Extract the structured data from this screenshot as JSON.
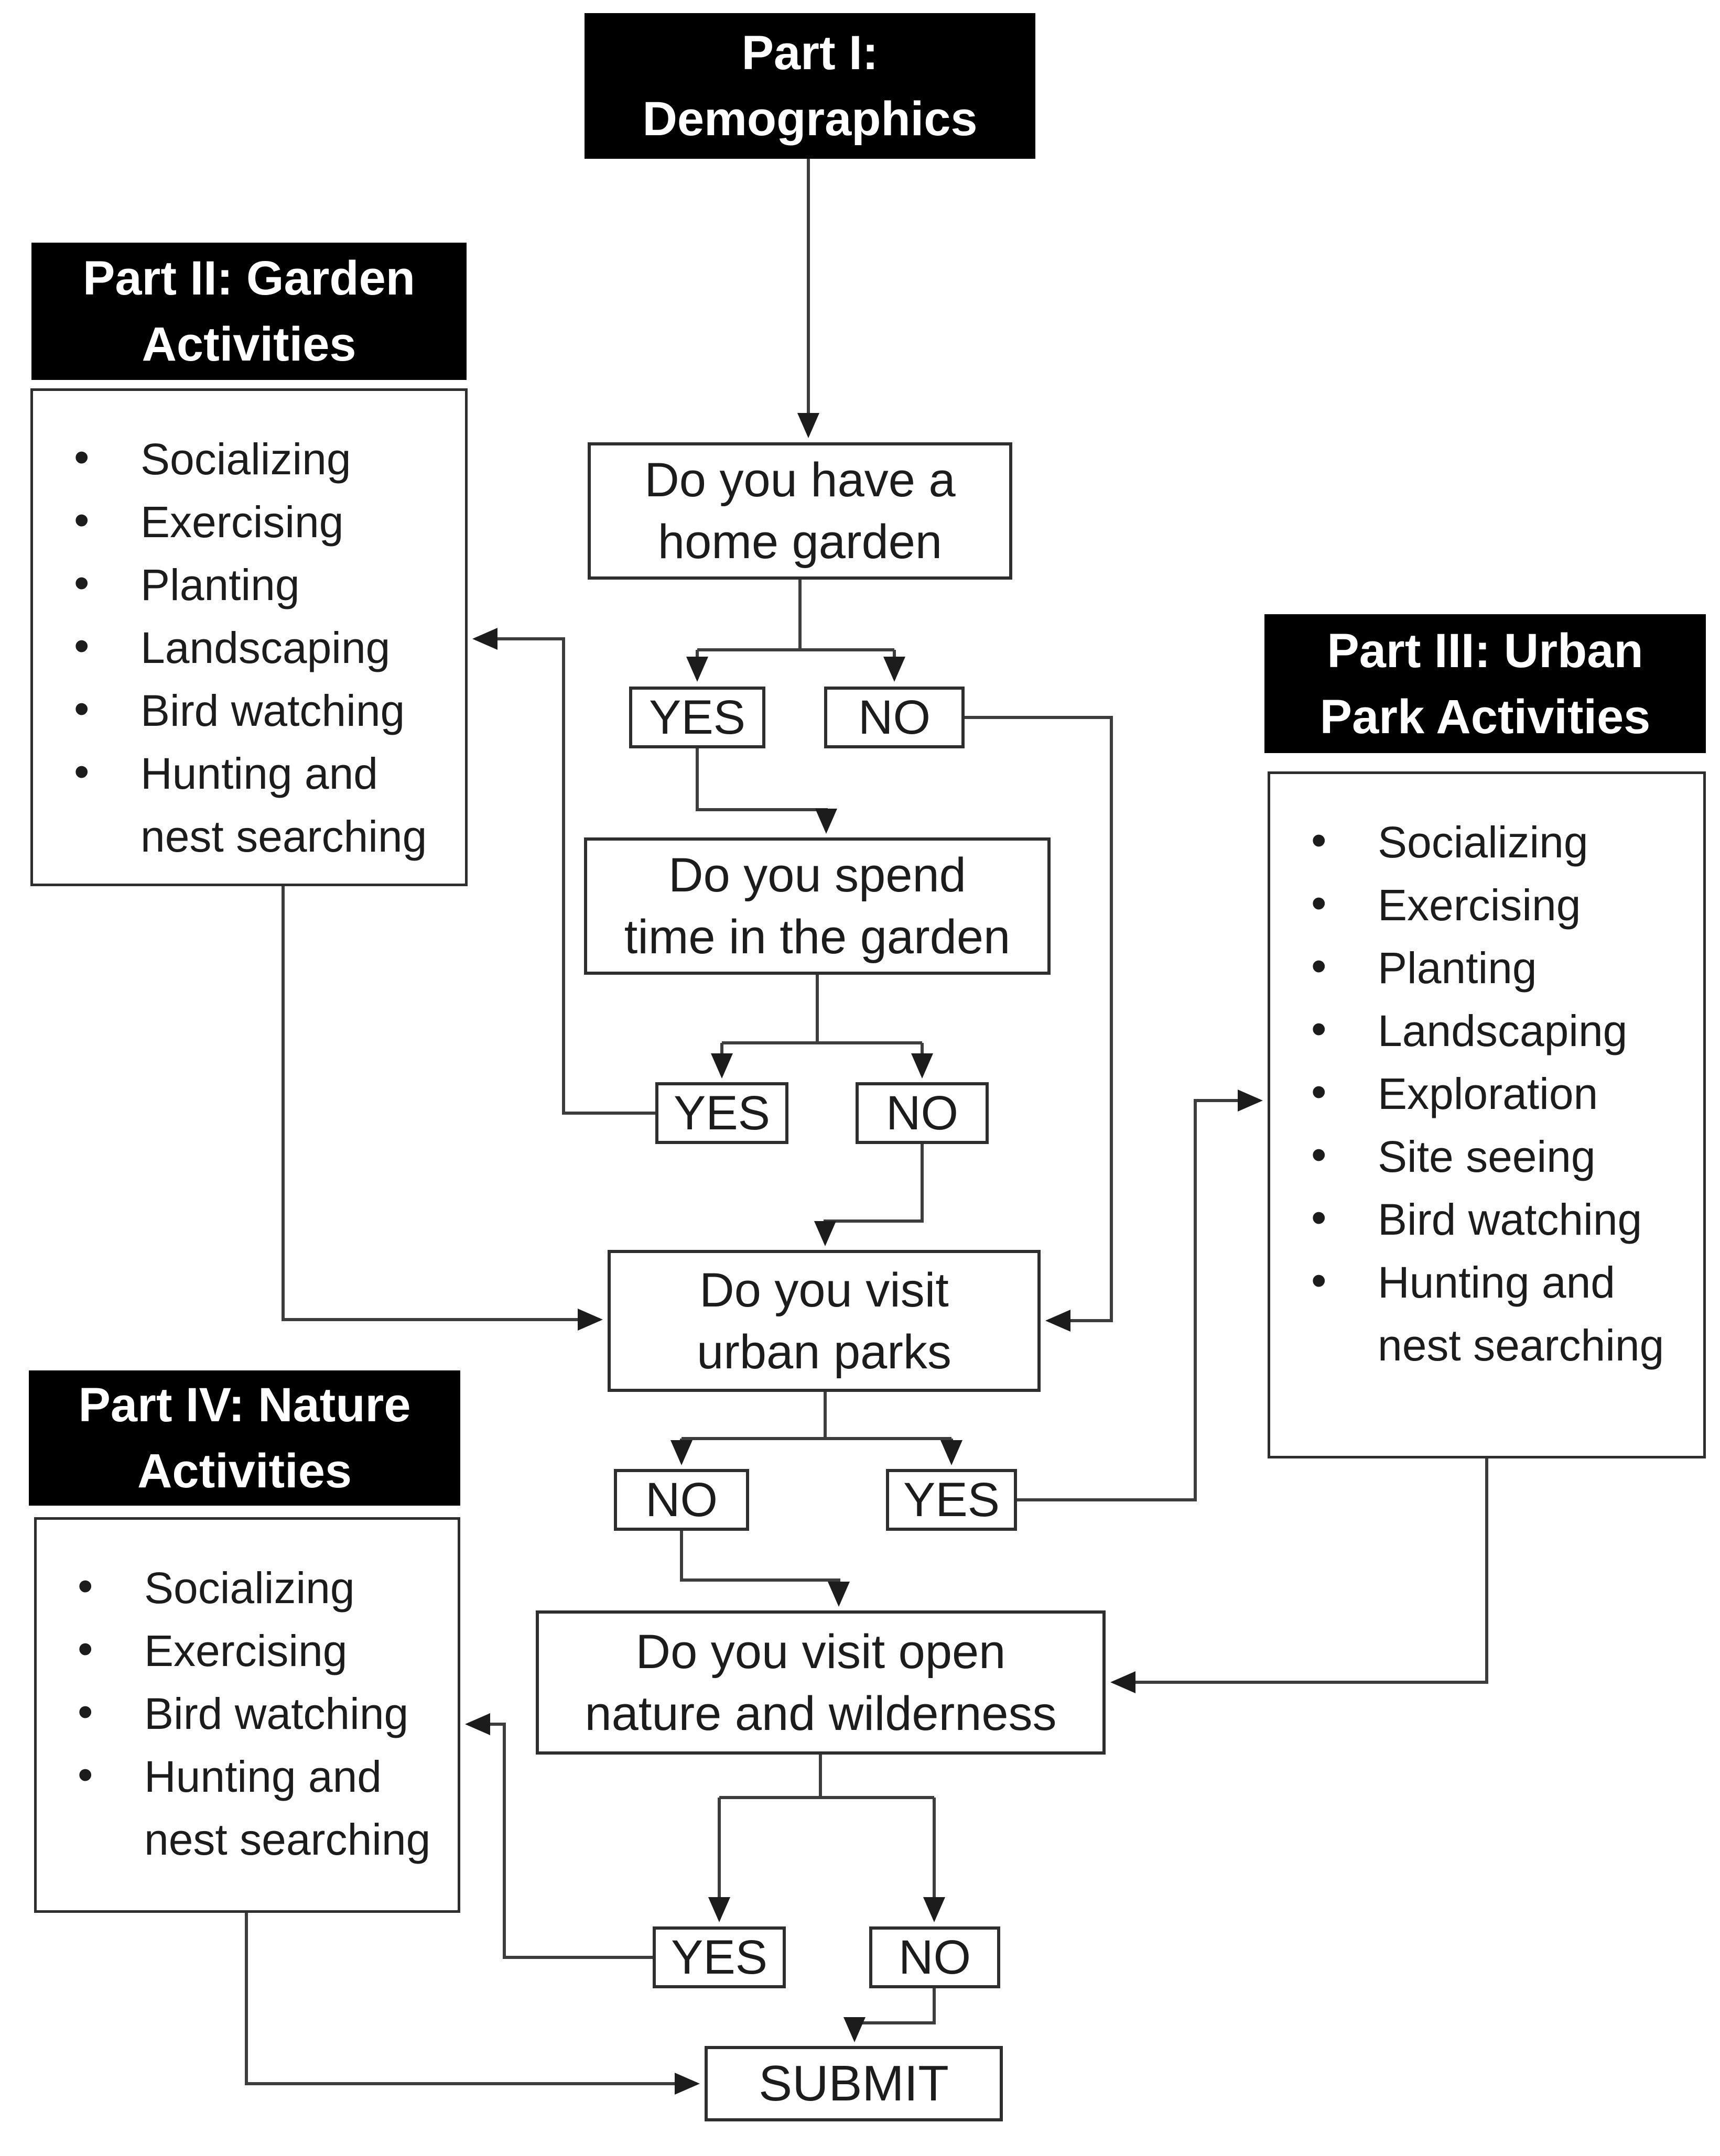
{
  "colors": {
    "background": "#ffffff",
    "header_bg": "#000000",
    "header_text": "#ffffff",
    "box_border": "#2e2e2e",
    "connector": "#3d3d3d",
    "text": "#1c1c1c"
  },
  "parts": {
    "part1": {
      "lines": [
        "Part I:",
        "Demographics"
      ]
    },
    "part2": {
      "lines": [
        "Part II: Garden",
        "Activities"
      ],
      "items": [
        "Socializing",
        "Exercising",
        "Planting",
        "Landscaping",
        "Bird watching",
        "Hunting and nest searching"
      ]
    },
    "part3": {
      "lines": [
        "Part III: Urban",
        "Park Activities"
      ],
      "items": [
        "Socializing",
        "Exercising",
        "Planting",
        "Landscaping",
        "Exploration",
        "Site seeing",
        "Bird watching",
        "Hunting and nest searching"
      ]
    },
    "part4": {
      "lines": [
        "Part IV: Nature",
        "Activities"
      ],
      "items": [
        "Socializing",
        "Exercising",
        "Bird watching",
        "Hunting and nest searching"
      ]
    }
  },
  "questions": {
    "home_garden": {
      "lines": [
        "Do you have a",
        "home garden"
      ]
    },
    "garden_time": {
      "lines": [
        "Do you spend",
        "time in the garden"
      ]
    },
    "urban_parks": {
      "lines": [
        "Do you visit",
        "urban parks"
      ]
    },
    "nature": {
      "lines": [
        "Do you visit open",
        "nature and wilderness"
      ]
    }
  },
  "answers": {
    "yes": "YES",
    "no": "NO"
  },
  "bullet_glyph": "•",
  "submit_label": "SUBMIT"
}
